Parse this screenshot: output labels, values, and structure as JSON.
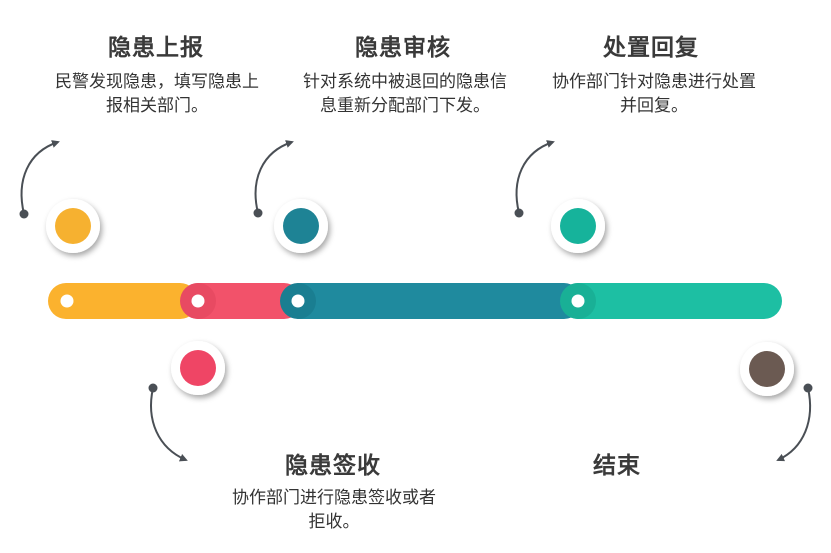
{
  "steps": [
    {
      "title": "隐患上报",
      "desc": "民警发现隐患，填写隐患上报相关部门。",
      "color": "#F6B130"
    },
    {
      "title": "隐患签收",
      "desc": "协作部门进行隐患签收或者拒收。",
      "color": "#EF4565"
    },
    {
      "title": "隐患审核",
      "desc": "针对系统中被退回的隐患信息重新分配部门下发。",
      "color": "#1E8395"
    },
    {
      "title": "处置回复",
      "desc": "协作部门针对隐患进行处置并回复。",
      "color": "#16B39B"
    },
    {
      "title": "结束",
      "desc": "",
      "color": "#6B5A52"
    }
  ],
  "colors": {
    "bar_yellow": "#FBB22E",
    "bar_red": "#F2526A",
    "bar_teal": "#1F8A9E",
    "bar_green": "#1DBFA3",
    "arrow": "#4A4F55",
    "text": "#333333"
  }
}
